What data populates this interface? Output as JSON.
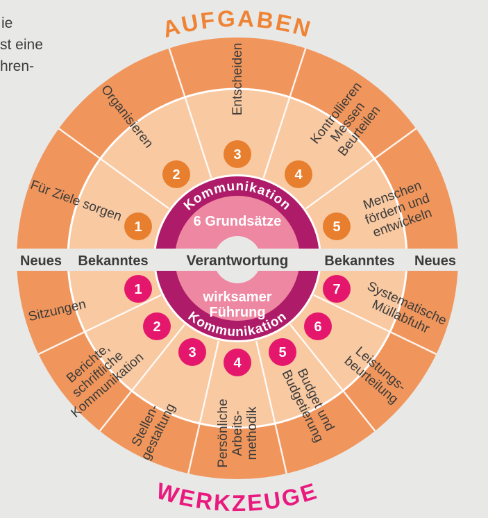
{
  "corner_text": {
    "lines": [
      "ie",
      "st eine",
      "hren-"
    ]
  },
  "titles": {
    "top": "AUFGABEN",
    "bottom": "WERKZEUGE"
  },
  "band": {
    "labels": [
      "Neues",
      "Bekanntes",
      "Verantwortung",
      "Bekanntes",
      "Neues"
    ]
  },
  "center": {
    "ring_top": "Kommunikation",
    "ring_bottom": "Kommunikation",
    "inner_top": "6 Grundsätze",
    "inner_bottom_lines": [
      "wirksamer",
      "Führung"
    ],
    "core": "Verantwortung"
  },
  "tasks": {
    "title": "AUFGABEN",
    "items": [
      {
        "num": "1",
        "lines": [
          "Für Ziele sorgen"
        ]
      },
      {
        "num": "2",
        "lines": [
          "Organisieren"
        ]
      },
      {
        "num": "3",
        "lines": [
          "Entscheiden"
        ]
      },
      {
        "num": "4",
        "lines": [
          "Kontrollieren",
          "Messen",
          "Beurteilen"
        ]
      },
      {
        "num": "5",
        "lines": [
          "Menschen",
          "fördern und",
          "entwickeln"
        ]
      }
    ]
  },
  "tools": {
    "title": "WERKZEUGE",
    "items": [
      {
        "num": "1",
        "lines": [
          "Sitzungen"
        ]
      },
      {
        "num": "2",
        "lines": [
          "Berichte,",
          "schriftliche",
          "Kommunikation"
        ]
      },
      {
        "num": "3",
        "lines": [
          "Stellen-",
          "gestaltung"
        ]
      },
      {
        "num": "4",
        "lines": [
          "Persönliche",
          "Arbeits-",
          "methodik"
        ]
      },
      {
        "num": "5",
        "lines": [
          "Budget und",
          "Budgetierung"
        ]
      },
      {
        "num": "6",
        "lines": [
          "Leistungs-",
          "beurteilung"
        ]
      },
      {
        "num": "7",
        "lines": [
          "Systematische",
          "Müllabfuhr"
        ]
      }
    ]
  },
  "colors": {
    "background": "#e8e8e7",
    "outer_ring": "#f0965c",
    "inner_ring": "#f9c9a2",
    "task_accent": "#e87f2e",
    "task_title": "#ef8334",
    "tool_accent": "#e5176d",
    "tool_title": "#e9197d",
    "core_ring": "#ae1b69",
    "core_inner": "#ee87a1",
    "text_dark": "#3b3b3a",
    "divider_white": "#ffffff"
  }
}
